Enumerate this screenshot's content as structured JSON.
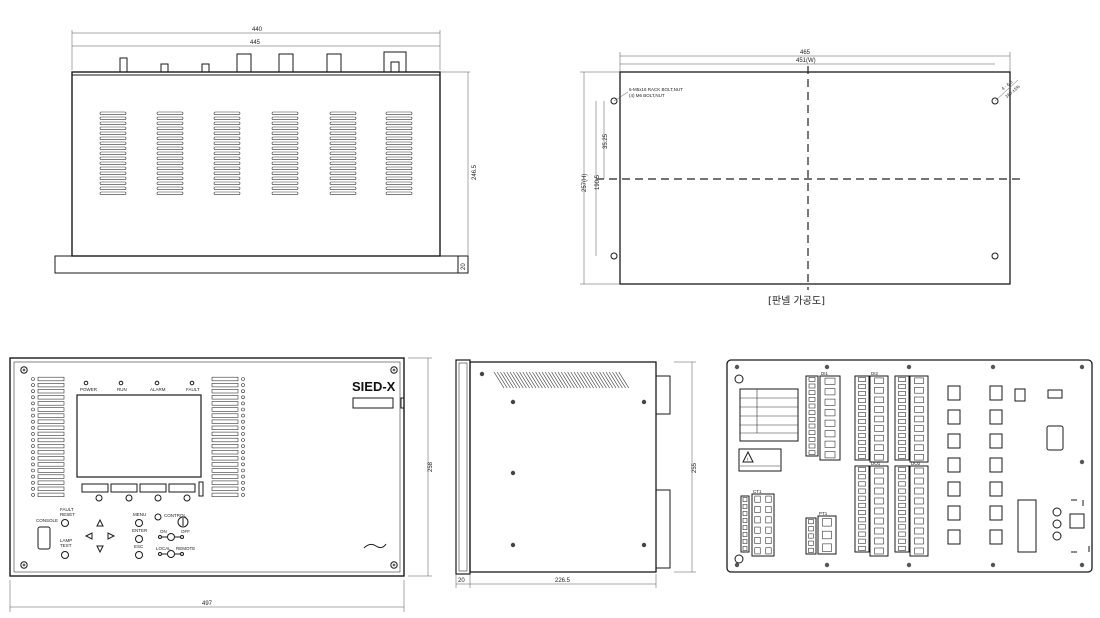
{
  "top_view": {
    "dim_overall": "440",
    "dim_inner": "445",
    "dim_height": "246.5",
    "dim_flange": "20"
  },
  "panel_cutout": {
    "dim_overall": "465",
    "dim_width": "451(W)",
    "dim_height": "257(H)",
    "dim_bolt_vertical": "190.5",
    "dim_top_offset": "35.25",
    "dim_hole": "4 - 6.5",
    "dim_hole2": "160 ±1%",
    "bolt_note_1": "6-M5x16 RACK BOLT,NUT",
    "bolt_note_2": "(4) M6 BOLT,NUT",
    "caption": "[판넬 가공도]"
  },
  "front_view": {
    "brand": "SIED-X",
    "led_labels": [
      "POWER",
      "RUN",
      "ALARM",
      "FAULT"
    ],
    "label_console": "CONSOLE",
    "label_fault_reset": [
      "FAULT",
      "RESET"
    ],
    "label_lamp_test": [
      "LAMP",
      "TEST"
    ],
    "label_menu": "MENU",
    "label_enter": "ENTER",
    "label_esc": "ESC",
    "label_control": "CONTROL",
    "label_local": "LOCAL",
    "label_remote": "REMOTE",
    "label_on": "ON",
    "label_off": "OFF",
    "dim_width": "497",
    "dim_height": "258"
  },
  "side_view": {
    "dim_depth": "226.5",
    "dim_flange": "20",
    "dim_height": "255"
  },
  "rear_view": {
    "terminal_labels": [
      "CT1",
      "DI1",
      "DI2",
      "DO1",
      "DO2",
      "PT1",
      "PT2"
    ]
  }
}
